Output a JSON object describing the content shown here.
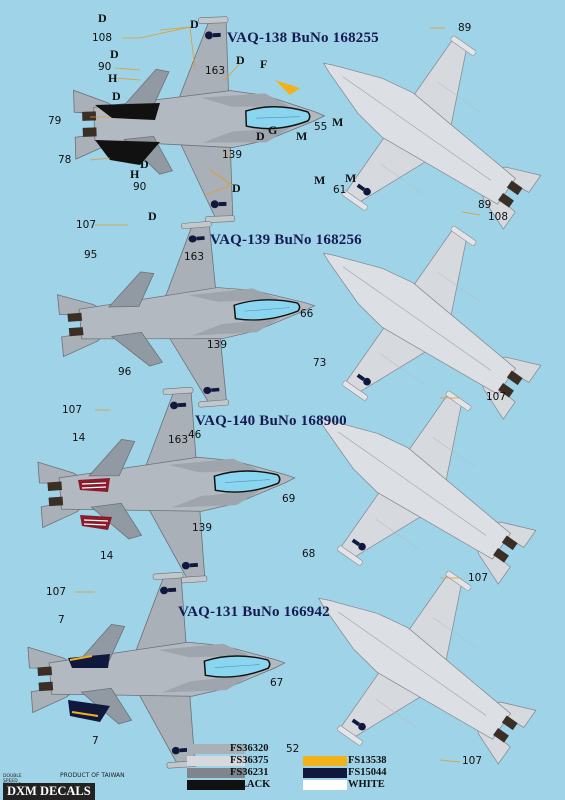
{
  "colors": {
    "background": "#9fd4e8",
    "fs36320": "#a9b0b8",
    "fs36375": "#d6d9de",
    "fs36231": "#7f858c",
    "black": "#111111",
    "fs13538": "#f2b21c",
    "fs15044": "#10183d",
    "white": "#ffffff",
    "canopy": "#8ad6f0",
    "title": "#151a52"
  },
  "sections": [
    {
      "title": "VAQ-138 BuNo 168255"
    },
    {
      "title": "VAQ-139 BuNo 168256"
    },
    {
      "title": "VAQ-140 BuNo 168900"
    },
    {
      "title": "VAQ-131 BuNo 166942"
    }
  ],
  "callouts": {
    "s1": [
      "D",
      "108",
      "D",
      "90",
      "H",
      "D",
      "D",
      "163",
      "D",
      "F",
      "79",
      "78",
      "G",
      "D",
      "D",
      "139",
      "H",
      "90",
      "D",
      "D",
      "89",
      "55",
      "M",
      "M",
      "M",
      "M",
      "61",
      "89",
      "108"
    ],
    "s2": [
      "107",
      "95",
      "163",
      "139",
      "96",
      "66",
      "73",
      "107"
    ],
    "s3": [
      "107",
      "14",
      "163",
      "46",
      "139",
      "14",
      "69",
      "68",
      "107"
    ],
    "s4": [
      "107",
      "7",
      "7",
      "67",
      "52",
      "107"
    ]
  },
  "legend": [
    {
      "code": "FS36320",
      "color": "#a9b0b8"
    },
    {
      "code": "FS36375",
      "color": "#d6d9de"
    },
    {
      "code": "FS36231",
      "color": "#7f858c"
    },
    {
      "code": "BLACK",
      "color": "#111111"
    },
    {
      "code": "FS13538",
      "color": "#f2b21c"
    },
    {
      "code": "FS15044",
      "color": "#10183d"
    },
    {
      "code": "WHITE",
      "color": "#ffffff"
    }
  ],
  "footer": {
    "brand": "DXM DECALS",
    "made": "PRODUCT OF TAIWAN",
    "logo_text": "DOUBLE SPEED DECALS"
  }
}
